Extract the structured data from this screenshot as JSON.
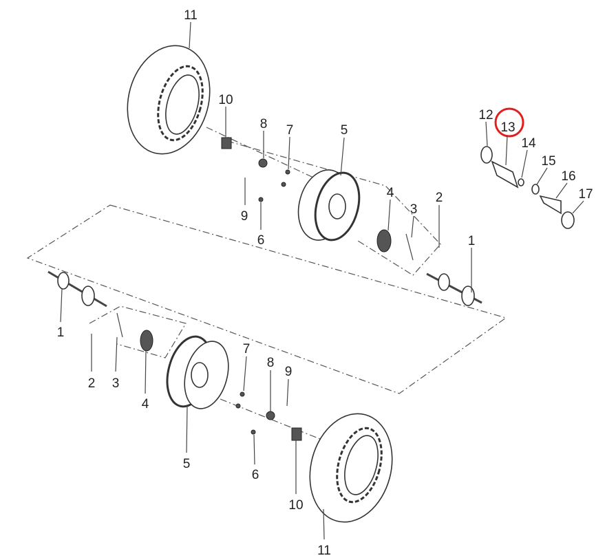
{
  "diagram": {
    "title": "Wheel and drive shaft assembly exploded view",
    "highlight_color": "#e02020",
    "highlighted_part": "13",
    "top_assembly": {
      "labels": [
        "11",
        "10",
        "8",
        "7",
        "5",
        "9",
        "6",
        "4",
        "3",
        "2",
        "1"
      ]
    },
    "boot_kit": {
      "labels": [
        "12",
        "13",
        "14",
        "15",
        "16",
        "17"
      ]
    },
    "bottom_assembly": {
      "labels": [
        "1",
        "2",
        "3",
        "4",
        "5",
        "7",
        "8",
        "9",
        "6",
        "10",
        "11"
      ]
    }
  }
}
